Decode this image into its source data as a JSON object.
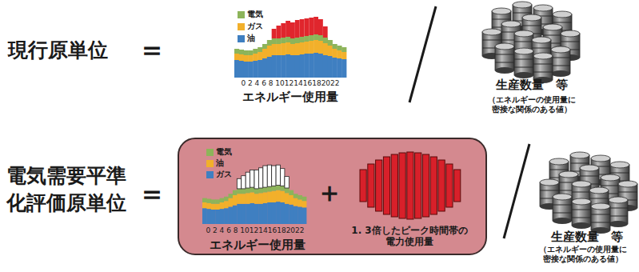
{
  "diagram": {
    "nodes": [
      {
        "text": [
          "エネルギー使用量",
          "1. 3倍したピーク時間帯の 電力使用量"
        ]
      }
    ],
    "labels": [
      "現行原単位",
      "＝",
      "0 2 4 6 8 10121416182022",
      "エネルギー使用量",
      "生産数量　等",
      "（エネルギーの使用量に 密接な関係のある値）",
      "電気需要平準 化評価原単位",
      "＝",
      "0 2 4 6 8 10121416182022",
      "＋",
      "生産数量　等",
      "（エネルギーの使用量に 密接な関係のある値）"
    ],
    "legend": [
      {
        "text": "電気",
        "color": "#8db45a"
      },
      {
        "text": "ガス",
        "color": "#f2b02b"
      },
      {
        "text": "油",
        "color": "#3f7fc1"
      },
      {
        "text": "電気",
        "color": "#8db45a"
      },
      {
        "text": "油",
        "color": "#f2b02b"
      },
      {
        "text": "ガス",
        "color": "#3f7fc1"
      }
    ]
  }
}
